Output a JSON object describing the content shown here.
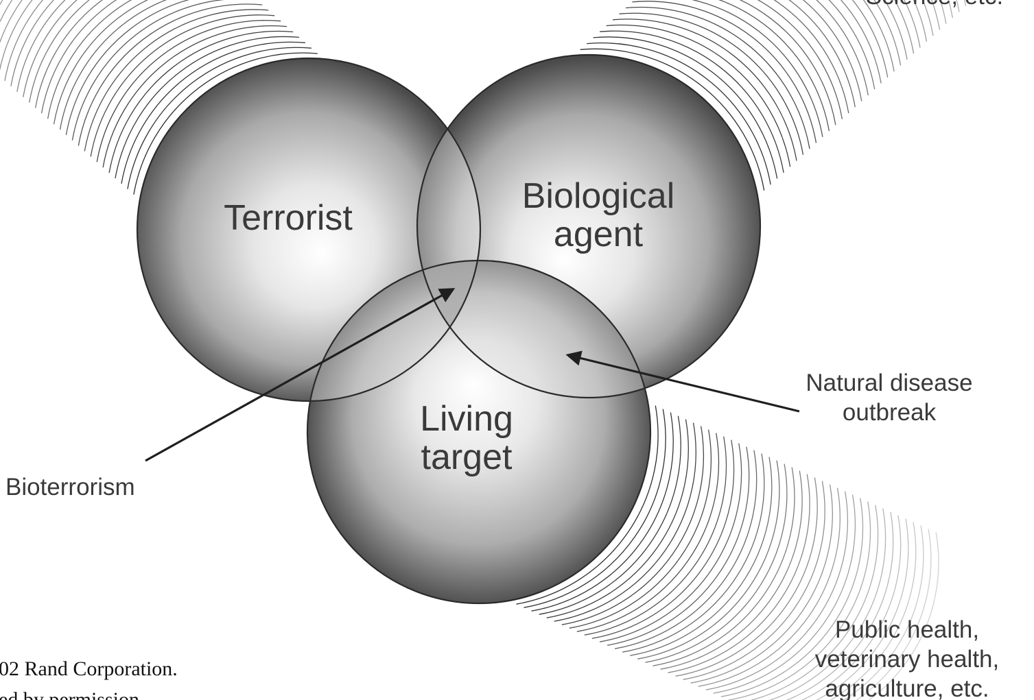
{
  "diagram": {
    "circles": {
      "terrorist": {
        "label_lines": [
          "Terrorist"
        ]
      },
      "biological_agent": {
        "label_lines": [
          "Biological",
          "agent"
        ]
      },
      "living_target": {
        "label_lines": [
          "Living",
          "target"
        ]
      }
    },
    "annotations": {
      "bioterrorism": "Bioterrorism",
      "natural_disease_outbreak": [
        "Natural disease",
        "outbreak"
      ],
      "domain_top_right_partial": "Science, etc.",
      "domain_bottom_right": [
        "Public health,",
        "veterinary health,",
        "agriculture, etc."
      ]
    },
    "credit": {
      "line1": "02 Rand Corporation.",
      "line2": "ed by permission."
    }
  },
  "colors": {
    "background": "#ffffff",
    "circle_highlight": "#ffffff",
    "circle_mid": "#b0b0b0",
    "circle_shadow": "#4a4a4a",
    "outline": "#2a2a2a",
    "text": "#3a3a3a"
  }
}
